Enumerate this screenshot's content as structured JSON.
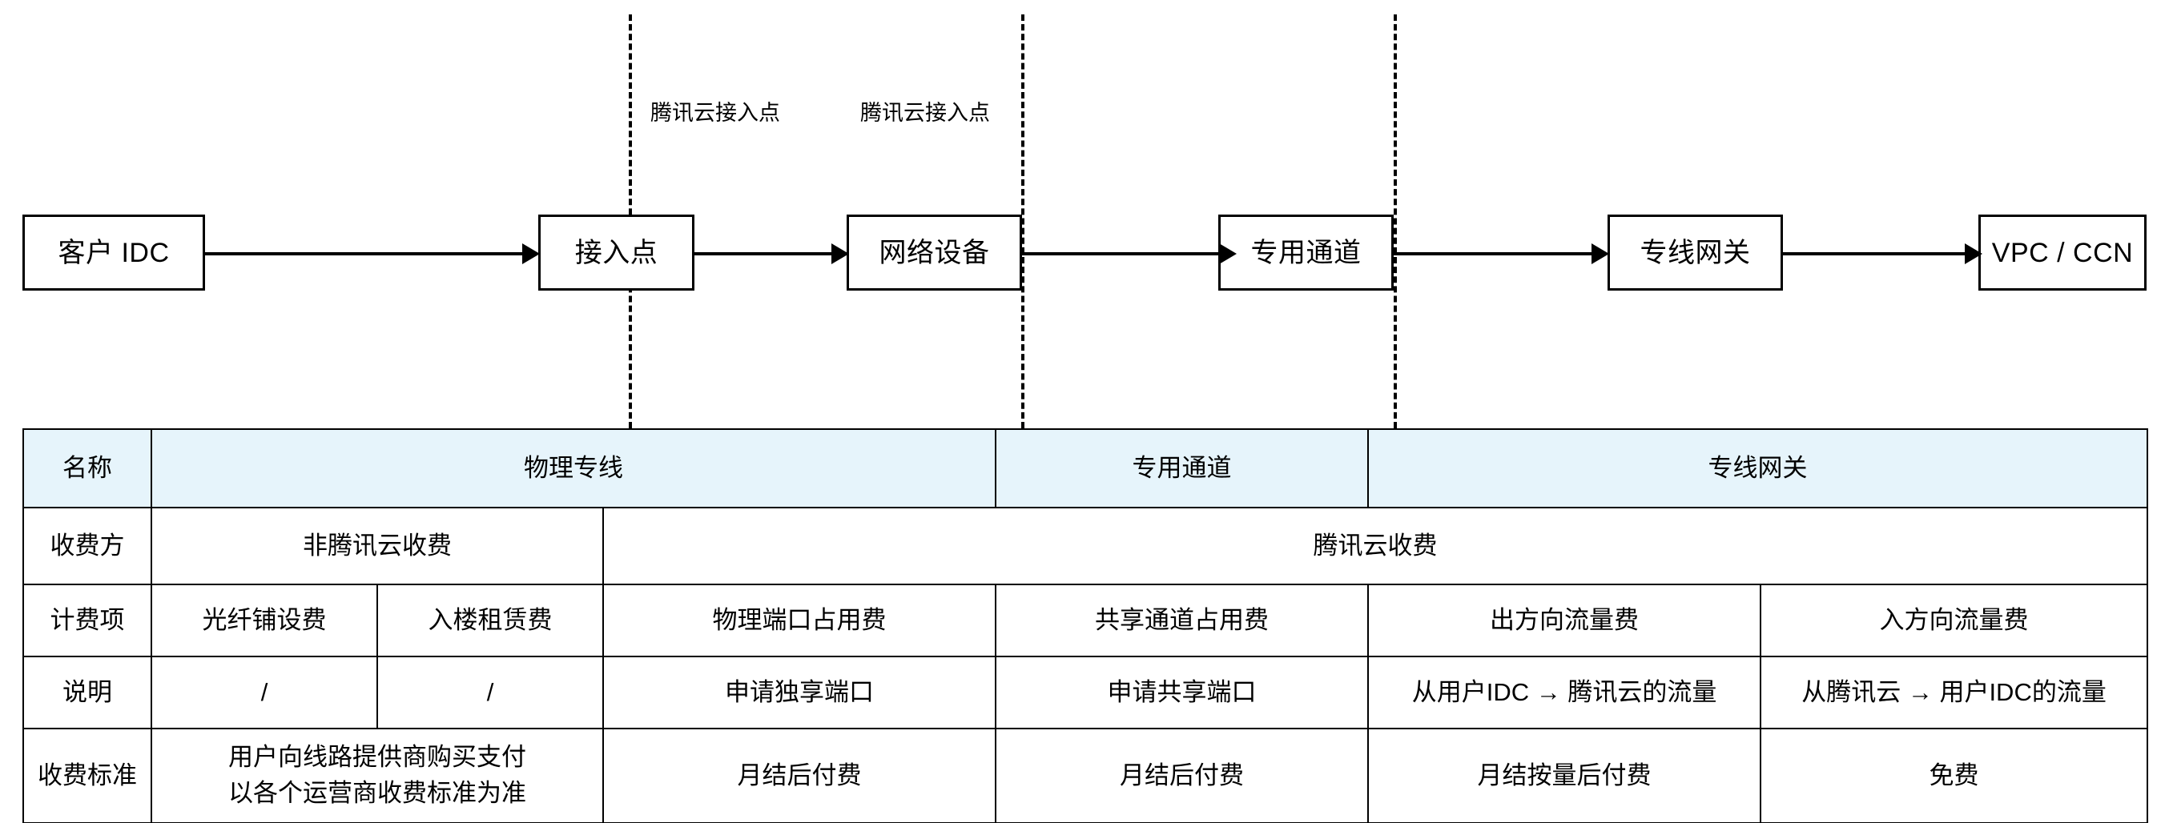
{
  "diagram": {
    "nodes": [
      {
        "id": "customer-idc",
        "label": "客户 IDC"
      },
      {
        "id": "access-point",
        "label": "接入点"
      },
      {
        "id": "network-device",
        "label": "网络设备"
      },
      {
        "id": "dedicated-tunnel",
        "label": "专用通道"
      },
      {
        "id": "direct-connect-gateway",
        "label": "专线网关"
      },
      {
        "id": "vpc-ccn",
        "label": "VPC / CCN"
      }
    ],
    "boundary_labels": [
      {
        "id": "tencent-cloud-access-point-left",
        "label": "腾讯云接入点"
      },
      {
        "id": "tencent-cloud-access-point-right",
        "label": "腾讯云接入点"
      }
    ]
  },
  "table": {
    "rows": [
      {
        "id": "name-row",
        "label": "名称",
        "cells": [
          {
            "text": "物理专线",
            "span": 3
          },
          {
            "text": "专用通道",
            "span": 1
          },
          {
            "text": "专线网关",
            "span": 2
          }
        ]
      },
      {
        "id": "payer-row",
        "label": "收费方",
        "cells": [
          {
            "text": "非腾讯云收费",
            "span": 2
          },
          {
            "text": "腾讯云收费",
            "span": 4
          }
        ]
      },
      {
        "id": "billing-item-row",
        "label": "计费项",
        "cells": [
          {
            "text": "光纤铺设费",
            "span": 1
          },
          {
            "text": "入楼租赁费",
            "span": 1
          },
          {
            "text": "物理端口占用费",
            "span": 1
          },
          {
            "text": "共享通道占用费",
            "span": 1
          },
          {
            "text": "出方向流量费",
            "span": 1
          },
          {
            "text": "入方向流量费",
            "span": 1
          }
        ]
      },
      {
        "id": "description-row",
        "label": "说明",
        "cells": [
          {
            "text": "/",
            "span": 1
          },
          {
            "text": "/",
            "span": 1
          },
          {
            "text": "申请独享端口",
            "span": 1
          },
          {
            "text": "申请共享端口",
            "span": 1
          },
          {
            "text": "从用户IDC → 腾讯云的流量",
            "span": 1
          },
          {
            "text": "从腾讯云 → 用户IDC的流量",
            "span": 1
          }
        ]
      },
      {
        "id": "billing-standard-row",
        "label": "收费标准",
        "cells": [
          {
            "line1": "用户向线路提供商购买支付",
            "line2": "以各个运营商收费标准为准",
            "span": 2
          },
          {
            "text": "月结后付费",
            "span": 1
          },
          {
            "text": "月结后付费",
            "span": 1
          },
          {
            "text": "月结按量后付费",
            "span": 1
          },
          {
            "text": "免费",
            "span": 1
          }
        ]
      }
    ]
  },
  "colors": {
    "header_fill": "#e6f4fb",
    "line": "#000000",
    "background": "#ffffff"
  }
}
